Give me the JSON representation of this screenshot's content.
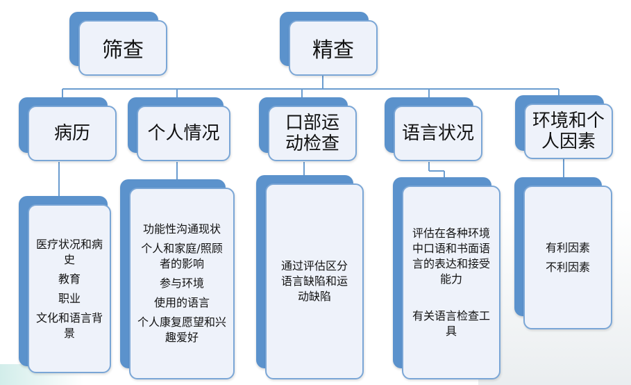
{
  "top": {
    "screening": "筛查",
    "detailed": "精查"
  },
  "categories": [
    {
      "title": "病历",
      "items": [
        "医疗状况和病史",
        "教育",
        "职业",
        "文化和语言背景"
      ]
    },
    {
      "title": "个人情况",
      "items": [
        "功能性沟通现状",
        "个人和家庭/照顾者的影响",
        "参与环境",
        "使用的语言",
        "个人康复愿望和兴趣爱好"
      ]
    },
    {
      "title": "口部运动检查",
      "items": [
        "通过评估区分语言缺陷和运动缺陷"
      ]
    },
    {
      "title": "语言状况",
      "items": [
        "评估在各种环境中口语和书面语言的表达和接受能力",
        "有关语言检查工具"
      ]
    },
    {
      "title": "环境和个人因素",
      "items": [
        "有利因素",
        "不利因素"
      ]
    }
  ],
  "colors": {
    "shadow": "#5b92cc",
    "box_fill": "#eef2fa",
    "box_border": "#7aa6d6",
    "connector": "#6a9ccf"
  }
}
